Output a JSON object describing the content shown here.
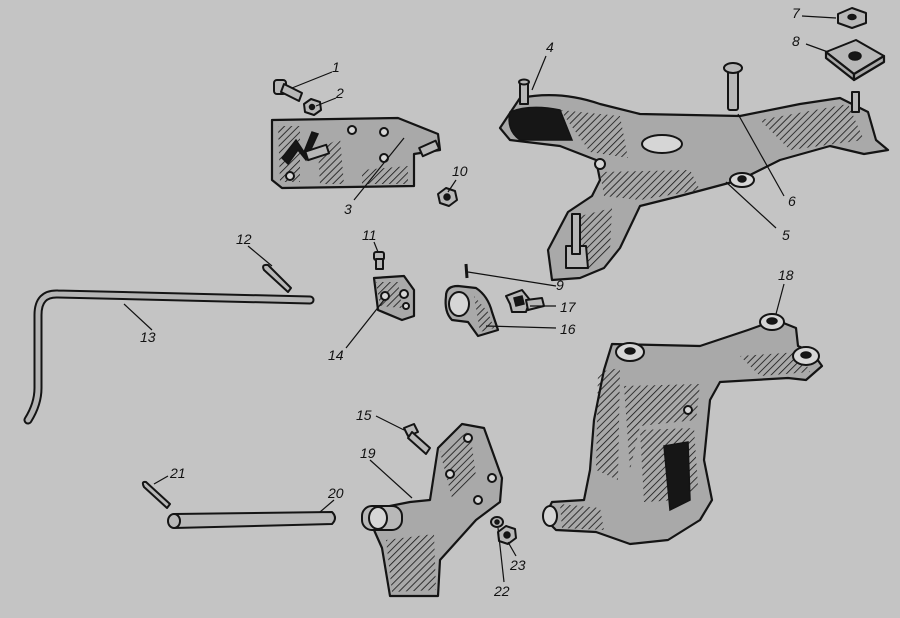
{
  "callouts": [
    "1",
    "2",
    "3",
    "4",
    "5",
    "6",
    "7",
    "8",
    "9",
    "10",
    "11",
    "12",
    "13",
    "14",
    "15",
    "16",
    "17",
    "18",
    "19",
    "20",
    "21",
    "22",
    "23"
  ],
  "colors": {
    "background": "#c4c4c4",
    "ink": "#141414",
    "metal": "#a9a9a9"
  }
}
